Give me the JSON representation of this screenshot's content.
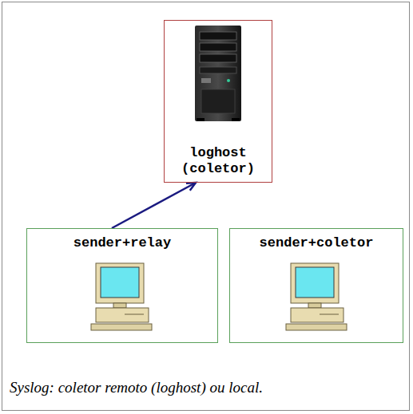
{
  "diagram": {
    "caption": "Syslog: coletor remoto (loghost) ou local.",
    "nodes": [
      {
        "text": [
          "loghost (coletor)"
        ]
      },
      {
        "text": [
          "sender+relay"
        ]
      },
      {
        "text": [
          "sender+coletor"
        ]
      }
    ],
    "edges": [
      {
        "from": 1,
        "to": 0,
        "arrow": "to"
      }
    ]
  }
}
